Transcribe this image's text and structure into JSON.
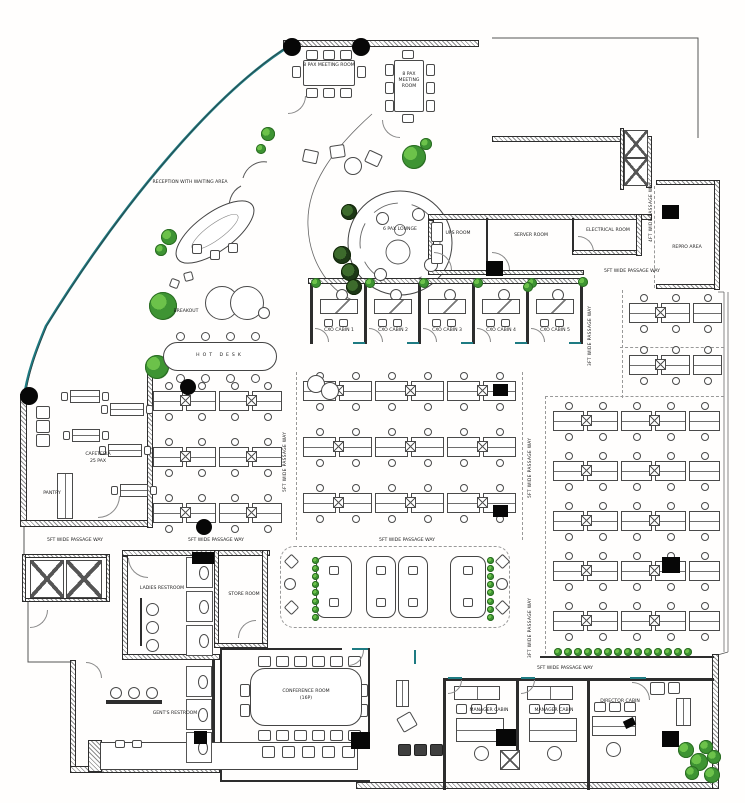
{
  "title": "Office Floor Plan",
  "colors": {
    "glass_wall": "#1e7b82",
    "plant_green": "#3e9433",
    "wall": "#2d2d2d",
    "column_black": "#070707"
  },
  "rooms": {
    "meeting_room_a": {
      "label": "8 PAX MEETING ROOM"
    },
    "meeting_room_b": {
      "label": "8 PAX MEETING ROOM"
    },
    "reception": {
      "label": "RECEPTION WITH WAITING AREA"
    },
    "lounge": {
      "label": "6 PAX LOUNGE"
    },
    "ups": {
      "label": "UPS ROOM"
    },
    "server": {
      "label": "SERVER ROOM"
    },
    "electrical": {
      "label": "ELECTRICAL ROOM"
    },
    "repro": {
      "label": "REPRO AREA"
    },
    "breakout": {
      "label": "BREAKOUT"
    },
    "hot_desk": {
      "label": "HOT DESK"
    },
    "cafeteria": {
      "label": "CAFETERIA",
      "label2": "25 PAX"
    },
    "pantry": {
      "label": "PANTRY"
    },
    "ladies_restroom": {
      "label": "LADIES RESTROOM"
    },
    "store_room": {
      "label": "STORE ROOM"
    },
    "gents_restroom": {
      "label": "GENT'S RESTROOM"
    },
    "conference": {
      "label": "CONFERENCE ROOM",
      "label2": "(16P)"
    },
    "manager_cabin_1": {
      "label": "MANAGER CABIN"
    },
    "manager_cabin_2": {
      "label": "MANAGER CABIN"
    },
    "director_cabin": {
      "label": "DIRECTOR CABIN"
    },
    "cxo_cabins": [
      {
        "label": "CXO CABIN 1"
      },
      {
        "label": "CXO CABIN 2"
      },
      {
        "label": "CXO CABIN 3"
      },
      {
        "label": "CXO CABIN 4"
      },
      {
        "label": "CXO CABIN 5"
      }
    ]
  },
  "passages": [
    {
      "label": "5FT WIDE PASSAGE WAY",
      "orientation": "horizontal"
    },
    {
      "label": "5FT WIDE PASSAGE WAY",
      "orientation": "horizontal"
    },
    {
      "label": "5FT WIDE PASSAGE WAY",
      "orientation": "horizontal"
    },
    {
      "label": "5FT WIDE PASSAGE WAY",
      "orientation": "horizontal"
    },
    {
      "label": "5FT WIDE PASSAGE WAY",
      "orientation": "horizontal"
    },
    {
      "label": "5FT WIDE PASSAGE WAY",
      "orientation": "vertical"
    },
    {
      "label": "5FT WIDE PASSAGE WAY",
      "orientation": "vertical"
    },
    {
      "label": "3FT WIDE PASSAGE WAY",
      "orientation": "vertical"
    },
    {
      "label": "3FT WIDE PASSAGE WAY",
      "orientation": "vertical"
    },
    {
      "label": "4FT WIDE PASSAGE WAY",
      "orientation": "vertical"
    }
  ]
}
